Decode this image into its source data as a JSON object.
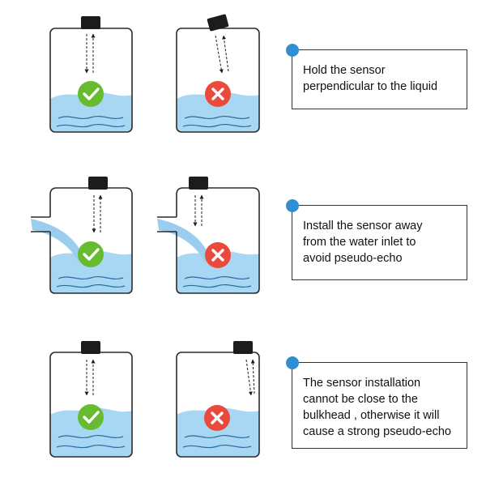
{
  "rows": [
    {
      "note": [
        "Hold the sensor",
        "perpendicular to the liquid"
      ],
      "correct_icon": "check-circle-icon",
      "wrong_icon": "cross-circle-icon"
    },
    {
      "note": [
        "Install the sensor away",
        "from the water inlet to",
        "avoid pseudo-echo"
      ],
      "correct_icon": "check-circle-icon",
      "wrong_icon": "cross-circle-icon"
    },
    {
      "note": [
        "The sensor installation",
        "cannot be close to the",
        "bulkhead , otherwise it will",
        "cause a strong pseudo-echo"
      ],
      "correct_icon": "check-circle-icon",
      "wrong_icon": "cross-circle-icon"
    }
  ],
  "colors": {
    "water": "#a8d7f4",
    "inlet_flow": "#9bcdee",
    "wave_line": "#2a6d9c",
    "outline": "#2b2b2b",
    "sensor": "#1c1c1c",
    "correct": "#66bb2e",
    "wrong": "#ea4a3c",
    "dot": "#2f8fd0"
  }
}
